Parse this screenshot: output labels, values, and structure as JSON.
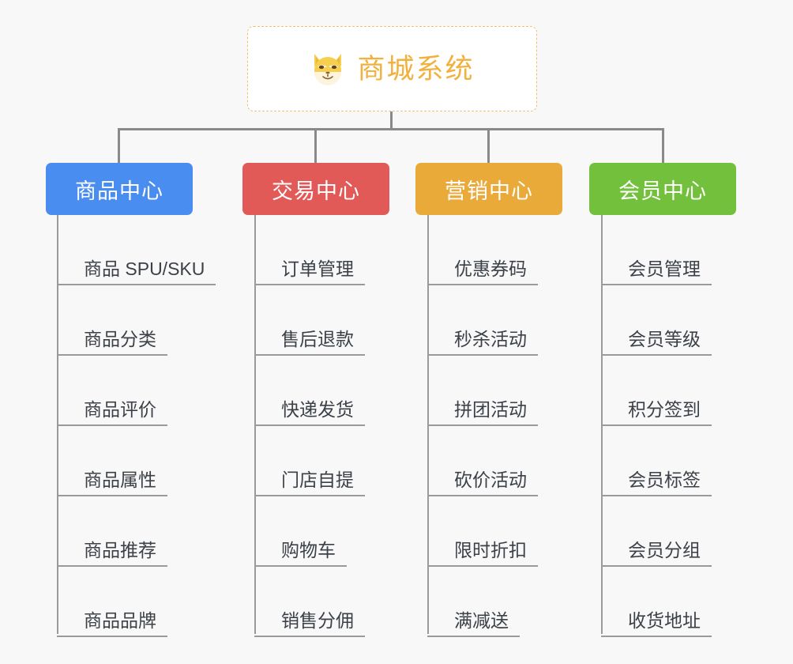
{
  "diagram": {
    "root": {
      "title": "商城系统",
      "icon": "shiba-dog-icon",
      "border_color": "#f0c070",
      "text_color": "#f2b03c",
      "background": "#ffffff"
    },
    "background_color": "#f8f8f8",
    "connector_color": "#8a8a8a",
    "branches": [
      {
        "label": "商品中心",
        "color": "#4a8df0",
        "items": [
          "商品 SPU/SKU",
          "商品分类",
          "商品评价",
          "商品属性",
          "商品推荐",
          "商品品牌"
        ]
      },
      {
        "label": "交易中心",
        "color": "#e15a58",
        "items": [
          "订单管理",
          "售后退款",
          "快递发货",
          "门店自提",
          "购物车",
          "销售分佣"
        ]
      },
      {
        "label": "营销中心",
        "color": "#eaaa3a",
        "items": [
          "优惠券码",
          "秒杀活动",
          "拼团活动",
          "砍价活动",
          "限时折扣",
          "满减送"
        ]
      },
      {
        "label": "会员中心",
        "color": "#72c03c",
        "items": [
          "会员管理",
          "会员等级",
          "积分签到",
          "会员标签",
          "会员分组",
          "收货地址"
        ]
      }
    ]
  }
}
